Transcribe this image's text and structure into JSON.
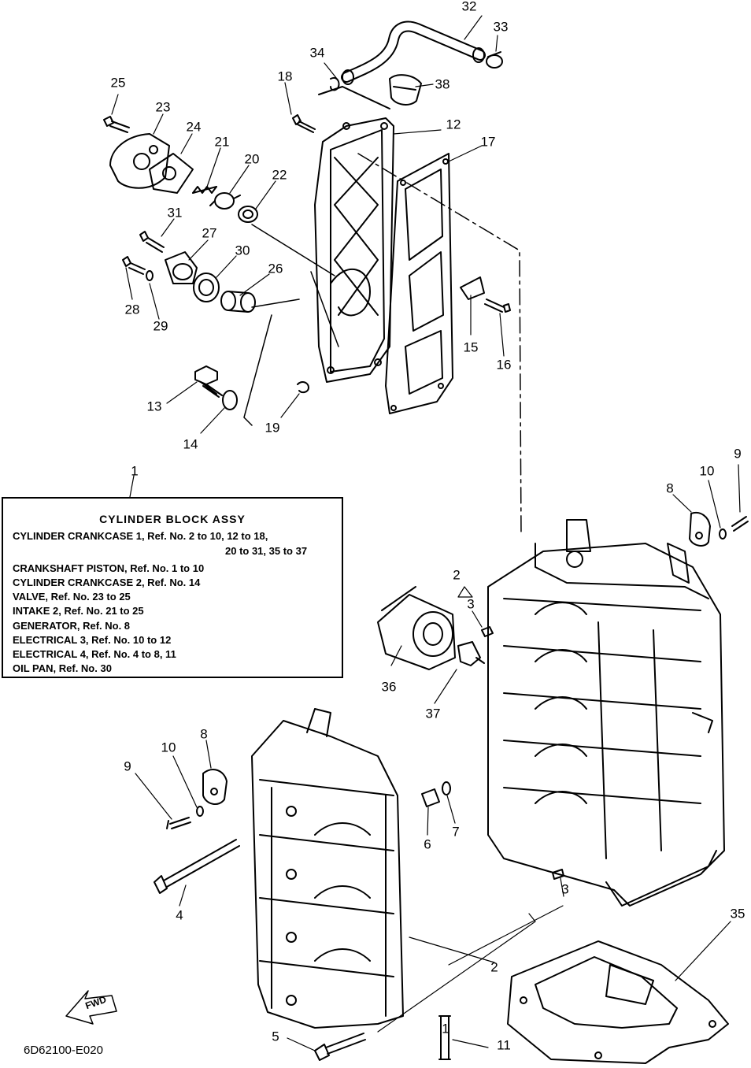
{
  "legend": {
    "callout": "1",
    "title": "CYLINDER BLOCK ASSY",
    "rows": [
      "CYLINDER CRANKCASE 1,  Ref. No. 2 to 10, 12 to 18,",
      "20 to 31, 35 to 37",
      "CRANKSHAFT PISTON,  Ref. No. 1 to 10",
      "CYLINDER CRANKCASE 2,  Ref. No. 14",
      "VALVE,  Ref. No. 23 to 25",
      "INTAKE 2,  Ref. No. 21 to 25",
      "GENERATOR,  Ref. No. 8",
      "ELECTRICAL 3,  Ref. No. 10 to 12",
      "ELECTRICAL 4,  Ref. No. 4 to 8, 11",
      "OIL PAN,  Ref. No. 30"
    ]
  },
  "callouts": [
    "32",
    "33",
    "34",
    "38",
    "18",
    "12",
    "17",
    "25",
    "23",
    "24",
    "21",
    "20",
    "22",
    "31",
    "27",
    "30",
    "26",
    "28",
    "29",
    "15",
    "16",
    "13",
    "14",
    "19",
    "9",
    "10",
    "8",
    "2",
    "3",
    "36",
    "37",
    "6",
    "7",
    "4",
    "5",
    "11",
    "35"
  ],
  "fwd_label": "FWD",
  "drawing_code": "6D62100-E020"
}
